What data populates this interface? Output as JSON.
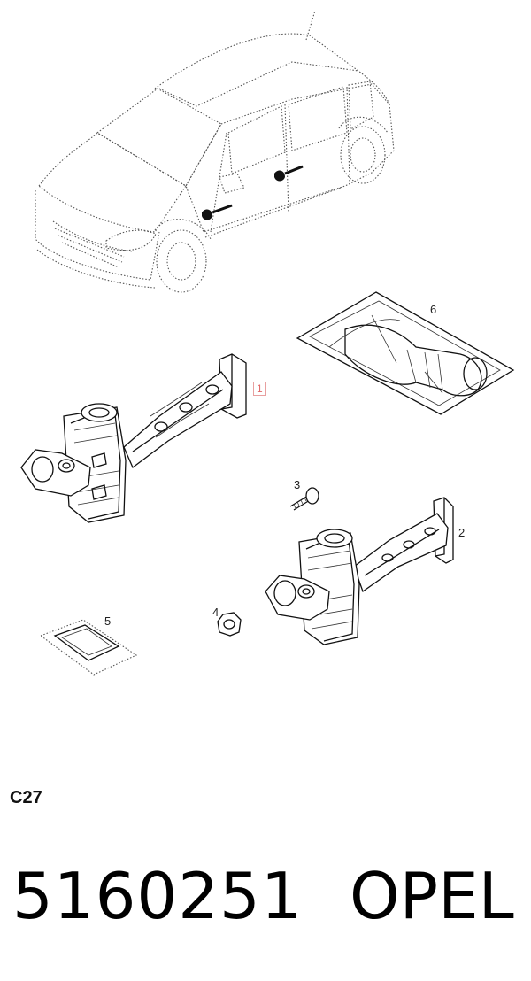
{
  "callouts": {
    "c1": "1",
    "c2": "2",
    "c3": "3",
    "c4": "4",
    "c5": "5",
    "c6": "6"
  },
  "section_code": "C27",
  "part_number": "5160251",
  "brand": "OPEL",
  "colors": {
    "line": "#111111",
    "highlight_box": "#e8a0a0"
  }
}
